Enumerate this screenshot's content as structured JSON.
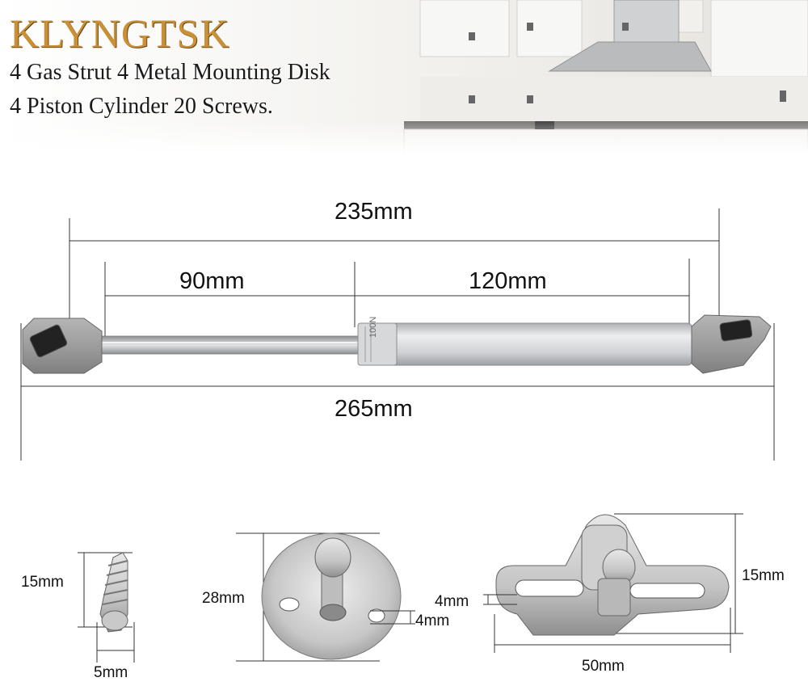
{
  "header": {
    "brand": "KLYNGTSK",
    "line1": "4 Gas Strut 4 Metal Mounting Disk",
    "line2": "4 Piston Cylinder 20 Screws."
  },
  "strut": {
    "total_ext": "235mm",
    "rod": "90mm",
    "cylinder": "120mm",
    "overall": "265mm",
    "cylinder_marking": "100N"
  },
  "screw": {
    "length": "15mm",
    "diameter": "5mm"
  },
  "disk": {
    "diameter": "28mm",
    "hole": "4mm"
  },
  "bracket": {
    "hole": "4mm",
    "height": "15mm",
    "width": "50mm"
  },
  "colors": {
    "brand": "#c99036",
    "metal": "#c9cbce",
    "cap": "#9a9a9a"
  }
}
